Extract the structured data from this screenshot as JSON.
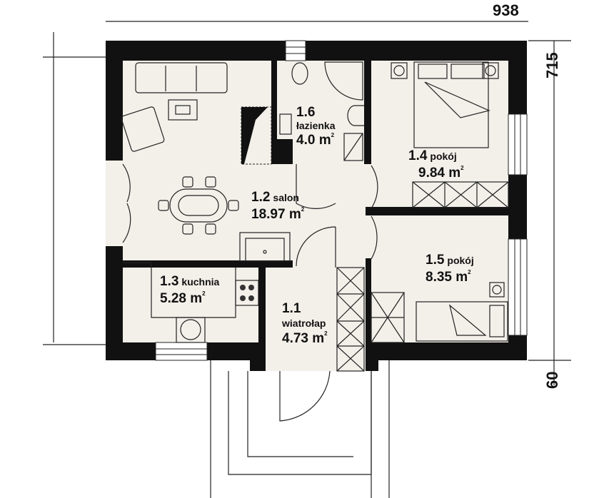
{
  "colors": {
    "wall": "#111111",
    "floor": "#f3f0ea"
  },
  "dimensions": {
    "width": "938",
    "depth": "715",
    "porch": "60"
  },
  "rooms": [
    {
      "id": "1.1",
      "name": "wiatrołap",
      "area": "4.73 m",
      "unit_sup": "2"
    },
    {
      "id": "1.2",
      "name": "salon",
      "area": "18.97 m",
      "unit_sup": "2"
    },
    {
      "id": "1.3",
      "name": "kuchnia",
      "area": "5.28 m",
      "unit_sup": "2"
    },
    {
      "id": "1.4",
      "name": "pokój",
      "area": "9.84 m",
      "unit_sup": "2"
    },
    {
      "id": "1.5",
      "name": "pokój",
      "area": "8.35 m",
      "unit_sup": "2"
    },
    {
      "id": "1.6",
      "name": "łazienka",
      "area": "4.0 m",
      "unit_sup": "2"
    }
  ]
}
